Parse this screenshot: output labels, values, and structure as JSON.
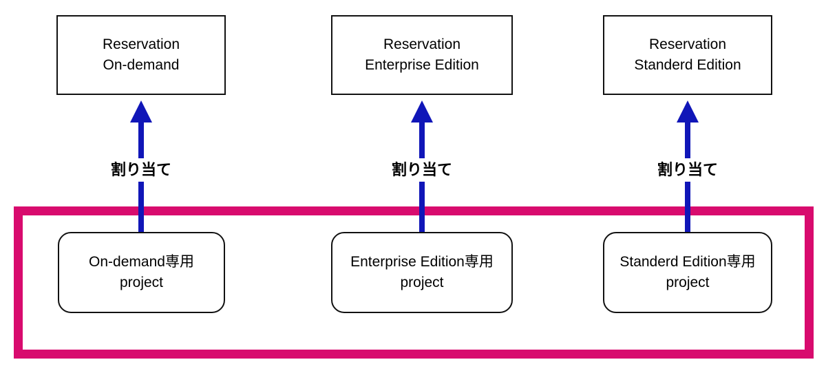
{
  "diagram": {
    "title": "Reservation assignment to dedicated projects",
    "colors": {
      "arrow": "#1016b8",
      "group_frame": "#d80b6e",
      "box_border": "#111111",
      "background": "#ffffff",
      "text": "#000000"
    },
    "reservations": [
      {
        "line1": "Reservation",
        "line2": "On-demand"
      },
      {
        "line1": "Reservation",
        "line2": "Enterprise Edition"
      },
      {
        "line1": "Reservation",
        "line2": "Standerd Edition"
      }
    ],
    "projects": [
      {
        "line1": "On-demand専用",
        "line2": "project"
      },
      {
        "line1": "Enterprise Edition専用",
        "line2": "project"
      },
      {
        "line1": "Standerd Edition専用",
        "line2": "project"
      }
    ],
    "edge_labels": [
      "割り当て",
      "割り当て",
      "割り当て"
    ]
  }
}
